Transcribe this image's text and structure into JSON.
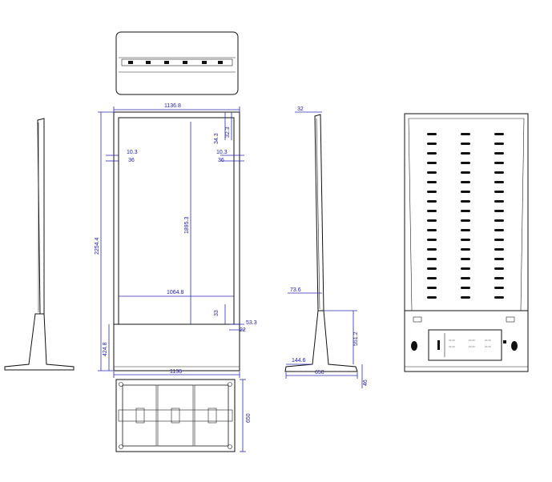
{
  "dimensions": {
    "front_width": "1136.8",
    "top_margin_a": "34.3",
    "top_margin_b": "32.3",
    "left_margin_a": "10.3",
    "left_margin_b": "36",
    "right_margin_a": "10.3",
    "right_margin_b": "36",
    "total_height": "2254.4",
    "screen_height": "1895.3",
    "screen_width": "1064.8",
    "bottom_gap": "33",
    "right_bottom_a": "53.3",
    "right_bottom_b": "22",
    "base_height": "424.8",
    "base_width": "1136",
    "base_depth": "650",
    "side_top": "32",
    "side_mid": "73.6",
    "side_leg": "551.2",
    "side_foot_a": "144.6",
    "side_foot_b": "650",
    "side_foot_c": "46"
  },
  "colors": {
    "line": "#111111",
    "dimension": "#2a2ab8"
  }
}
